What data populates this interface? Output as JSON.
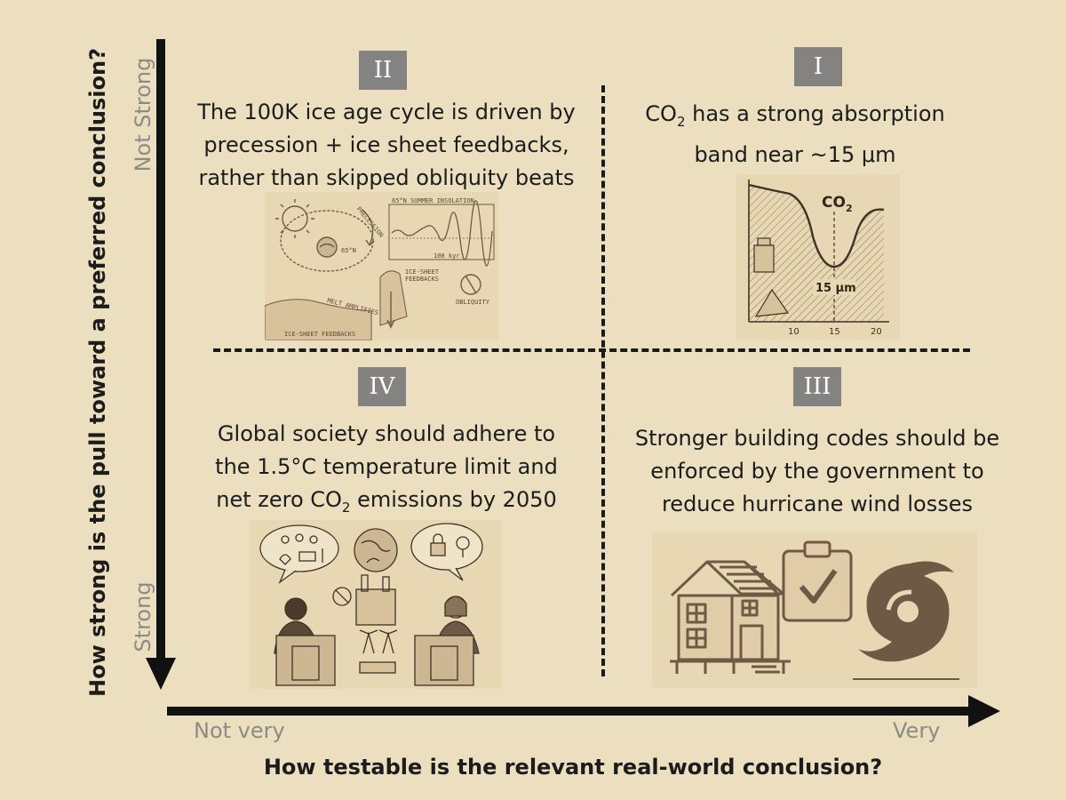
{
  "axes": {
    "y_title": "How strong is the pull toward a preferred conclusion?",
    "y_top_label": "Not Strong",
    "y_bottom_label": "Strong",
    "x_title": "How testable is the relevant real-world conclusion?",
    "x_left_label": "Not very",
    "x_right_label": "Very"
  },
  "quadrants": {
    "I": {
      "badge": "I",
      "line1_pre": "CO",
      "line1_sub": "2",
      "line1_post": " has a strong absorption",
      "line2": "band near ~15 μm",
      "illustration": {
        "icon": "co2-absorption-spectrum-sketch",
        "label_co2": "CO",
        "label_co2_sub": "2",
        "label_um": "15 μm",
        "ticks": [
          "10",
          "15",
          "20"
        ]
      }
    },
    "II": {
      "badge": "II",
      "line1": "The 100K ice age cycle is driven by",
      "line2": "precession + ice sheet feedbacks,",
      "line3": "rather than skipped obliquity beats",
      "illustration": {
        "icon": "orbital-cycles-sketch",
        "label_insolation": "65°N SUMMER INSOLATION",
        "label_precession": "PRECESSION",
        "label_65n": "65°N",
        "label_100kyr": "100 kyr",
        "label_ice_sheet": "ICE-SHEET",
        "label_feedbacks": "FEEDBACKS",
        "label_melt": "MELT AMPLIFIES",
        "label_obliquity": "OBLIQUITY",
        "label_bottom": "ICE-SHEET FEEDBACKS"
      }
    },
    "III": {
      "badge": "III",
      "line1": "Stronger building codes should be",
      "line2": "enforced by the government to",
      "line3": "reduce hurricane wind losses",
      "illustration": {
        "icon": "house-checklist-hurricane-sketch"
      }
    },
    "IV": {
      "badge": "IV",
      "line1": "Global society should adhere to",
      "line2": "the 1.5°C temperature limit and",
      "line3_pre": "net zero CO",
      "line3_sub": "2",
      "line3_post": " emissions by 2050",
      "illustration": {
        "icon": "debate-podiums-sketch"
      }
    }
  },
  "colors": {
    "background": "#ecdfbf",
    "badge": "#848382",
    "axis": "#111111",
    "tick_label": "#8c8b86",
    "sketch_ink": "#6e5a44"
  }
}
